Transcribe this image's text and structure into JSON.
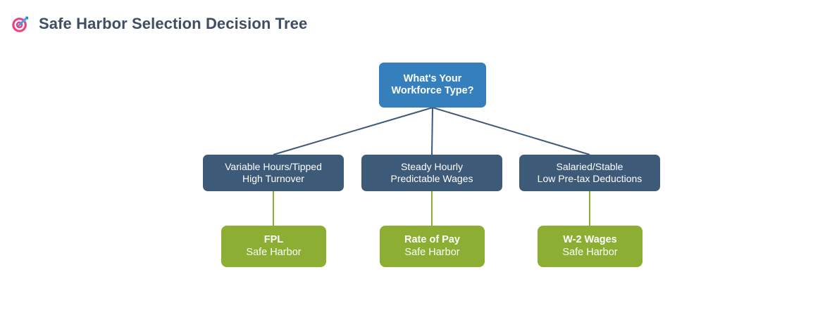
{
  "header": {
    "icon": "target-dart-icon",
    "title": "Safe Harbor Selection Decision Tree"
  },
  "colors": {
    "background": "#ffffff",
    "title_text": "#3f4e63",
    "root_node": "#3580bc",
    "branch_node": "#3d5a78",
    "leaf_node": "#8cae32",
    "branch_edge": "#3d5a78",
    "leaf_edge": "#8cae32",
    "node_text": "#ffffff"
  },
  "diagram": {
    "type": "decision-tree",
    "root": {
      "line1": "What's Your",
      "line2": "Workforce Type?"
    },
    "branches": [
      {
        "line1": "Variable Hours/Tipped",
        "line2": "High Turnover",
        "result": {
          "primary": "FPL",
          "secondary": "Safe Harbor"
        }
      },
      {
        "line1": "Steady Hourly",
        "line2": "Predictable Wages",
        "result": {
          "primary": "Rate of Pay",
          "secondary": "Safe Harbor"
        }
      },
      {
        "line1": "Salaried/Stable",
        "line2": "Low Pre-tax Deductions",
        "result": {
          "primary": "W-2 Wages",
          "secondary": "Safe Harbor"
        }
      }
    ]
  }
}
